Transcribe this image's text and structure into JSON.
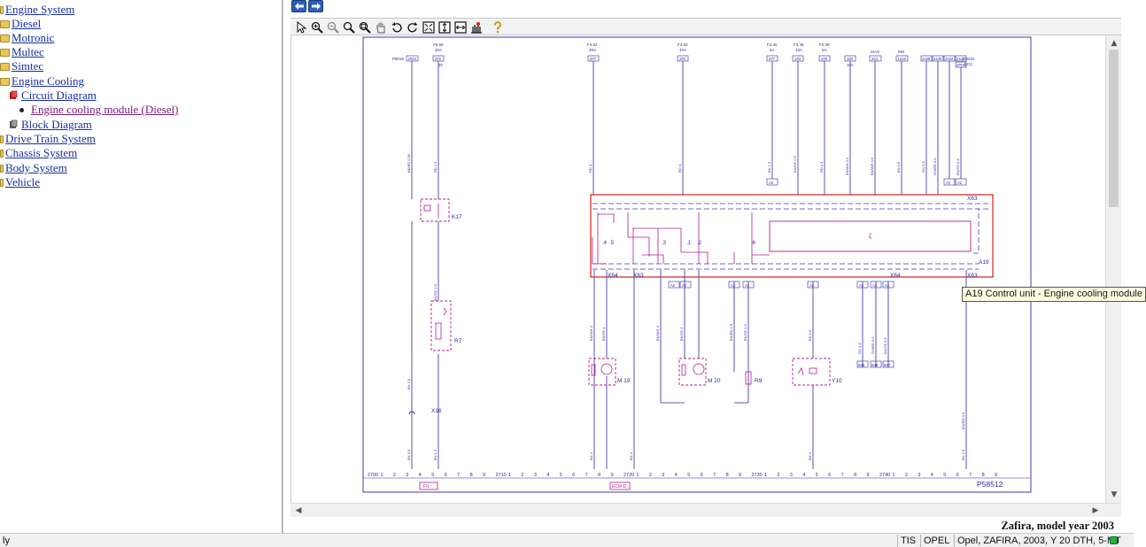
{
  "tree": {
    "items": [
      {
        "label": "Engine System",
        "icon": "folder-icon",
        "visited": false
      },
      {
        "label": "Diesel",
        "icon": "folder-icon",
        "visited": false
      },
      {
        "label": "Motronic",
        "icon": "folder-icon",
        "visited": false
      },
      {
        "label": "Multec",
        "icon": "folder-icon",
        "visited": false
      },
      {
        "label": "Simtec",
        "icon": "folder-icon",
        "visited": false
      },
      {
        "label": "Engine Cooling",
        "icon": "folder-open-icon",
        "visited": false
      },
      {
        "label": "Circuit Diagram",
        "icon": "red-document-icon",
        "visited": false
      },
      {
        "label": "Engine cooling module (Diesel)",
        "icon": "bullet-icon",
        "visited": true
      },
      {
        "label": "Block Diagram",
        "icon": "document-icon",
        "visited": false
      },
      {
        "label": "Drive Train System",
        "icon": "folder-icon",
        "visited": false
      },
      {
        "label": "Chassis System",
        "icon": "folder-icon",
        "visited": false
      },
      {
        "label": "Body System",
        "icon": "folder-icon",
        "visited": false
      },
      {
        "label": "Vehicle",
        "icon": "folder-icon",
        "visited": false
      }
    ]
  },
  "toolbar": {
    "buttons": [
      "pointer-icon",
      "zoom-in-icon",
      "zoom-out-icon",
      "zoom-window-icon",
      "zoom-fit-icon",
      "pan-icon",
      "rotate-left-icon",
      "rotate-right-icon",
      "fit-page-icon",
      "fit-height-icon",
      "fit-width-icon",
      "print-icon",
      "help-icon"
    ]
  },
  "diagram": {
    "top_labels": {
      "f8_66": "F8.66",
      "f8_66_amp": "30A",
      "f8_66_box": "2#2",
      "f8_66_pin": "30",
      "p5016_left": "P5016",
      "p5016_left_box": "2#23",
      "f4_52": "F4.52",
      "f4_52_amp": "40A",
      "f4_52_box": "2#7",
      "f4_60": "F4.60",
      "f4_60_amp": "40A",
      "f4_60_box": "2#0",
      "f3_40": "F3.40",
      "f3_40_amp": "5A",
      "f3_40_box": "2#7",
      "f3_38": "F3.38",
      "f3_38_amp": "10A",
      "f3_38_box": "1#3",
      "f2_39": "F2.39",
      "f2_39_amp": "5A",
      "f2_39_box": "2#8",
      "t100": "100",
      "t100_amp": "15A",
      "diag": "DIAG",
      "diag_box": "244",
      "ind": "IND",
      "ind_box": "1216",
      "p5016_right": "P5016",
      "p5016_right_sub": "ECC",
      "box_2438": "2438",
      "box_2440": "2440",
      "box_2442": "2442",
      "box_2444": "2444",
      "box_2ph5": "2PH5"
    },
    "components": {
      "k17": "K17",
      "r7": "R7",
      "x16": "X16",
      "m19": "M 19",
      "m20": "M 20",
      "r9": "R9",
      "y10": "Y10",
      "a19": "A19",
      "x63_top": "X63",
      "x63_bottom": "X63",
      "x64_left": "X64",
      "x63_left": "X63",
      "x64_right": "X64",
      "a2": "A2",
      "b46": "B46",
      "b48": "B48",
      "b47": "B47"
    },
    "wire_labels": [
      "BK/RD 0.35",
      "RD 2.5",
      "RD 4",
      "RD 4",
      "BN 1.5",
      "BN/YE 0.5",
      "RD 1.5",
      "BN/WH 0.5",
      "BN/WH 0.5",
      "BN 0.5",
      "GN 0.5",
      "GN/RD 0.5",
      "BN/YE 0.5",
      "BN/YE 2.5",
      "BN 2.5",
      "BN/WH 4",
      "BN/YE 4",
      "BN/WH 4",
      "BN/YE 4",
      "BN/RD 2.5",
      "BN/YE 2.5",
      "BN 1.5",
      "GN 0.5",
      "GN/RD 0.5",
      "BN/YE 0.5",
      "BN 0.5",
      "BN 1.5",
      "BN 4",
      "BN 4",
      "BN 4",
      "BN 2.5",
      "BN/RD 0.5"
    ],
    "bottom_numbers": [
      "2700",
      "1",
      "2",
      "3",
      "4",
      "5",
      "6",
      "7",
      "8",
      "9",
      "2710",
      "1",
      "2",
      "3",
      "4",
      "5",
      "6",
      "7",
      "8",
      "9",
      "2720",
      "1",
      "2",
      "3",
      "4",
      "5",
      "6",
      "7",
      "8",
      "9",
      "2730",
      "1",
      "2",
      "3",
      "4",
      "5",
      "6",
      "7",
      "8",
      "9",
      "2740",
      "1",
      "2",
      "3",
      "4",
      "5",
      "6",
      "7",
      "8",
      "9"
    ],
    "bottom_boxes": {
      "left": "FIL",
      "right": "ECM-D"
    },
    "diagram_id": "P58512"
  },
  "tooltip": "A19 Control unit - Engine cooling module",
  "caption": "Zafira, model year 2003",
  "statusbar": {
    "left": "ly",
    "tis": "TIS",
    "brand": "OPEL",
    "vehicle": "Opel, ZAFIRA, 2003, Y 20 DTH, 5-MT"
  },
  "colors": {
    "wire": "#2a2aa0",
    "component": "#b01c90",
    "highlight": "#d02020",
    "dashed": "#3a3ac0",
    "link": "#1a2fa0",
    "visited": "#7a1a7a"
  }
}
